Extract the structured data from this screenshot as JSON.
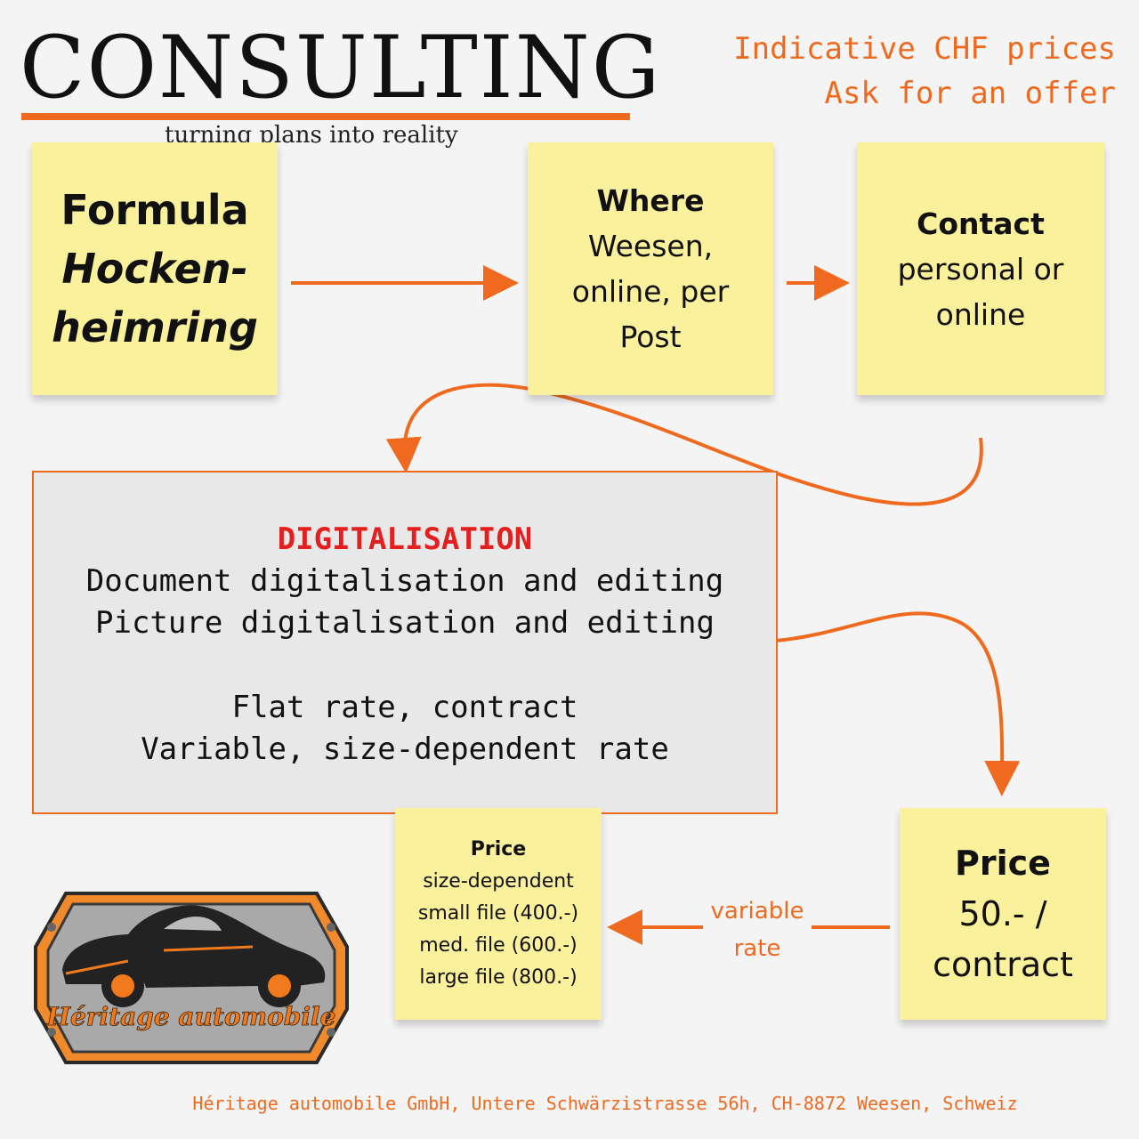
{
  "header": {
    "title": "CONSULTING",
    "tagline": "turning plans into reality",
    "prices_line1": "Indicative CHF prices",
    "prices_line2": "Ask for an offer"
  },
  "notes": {
    "formula": {
      "line1": "Formula",
      "line2": "Hocken-",
      "line3": "heimring"
    },
    "where": {
      "title": "Where",
      "line1": "Weesen,",
      "line2": "online, per",
      "line3": "Post"
    },
    "contact": {
      "title": "Contact",
      "line1": "personal or",
      "line2": "online"
    }
  },
  "digitalisation": {
    "heading": "DIGITALISATION",
    "line1": "Document digitalisation and editing",
    "line2": "Picture digitalisation and editing",
    "line3": "Flat rate, contract",
    "line4": "Variable, size-dependent rate"
  },
  "price_small": {
    "title": "Price",
    "line1": "size-dependent",
    "line2": "small file (400.-)",
    "line3": "med. file (600.-)",
    "line4": "large file (800.-)"
  },
  "price_big": {
    "title": "Price",
    "line1": "50.- /",
    "line2": "contract"
  },
  "variable_rate": {
    "line1": "variable",
    "line2": "rate"
  },
  "logo": {
    "text": "Héritage automobile"
  },
  "footer": "Héritage automobile GmbH, Untere Schwärzistrasse 56h, CH-8872 Weesen, Schweiz",
  "colors": {
    "accent": "#ef6a1f",
    "sticky": "#fbf19c",
    "heading_red": "#e41f1f",
    "box": "#e8e8e8"
  }
}
